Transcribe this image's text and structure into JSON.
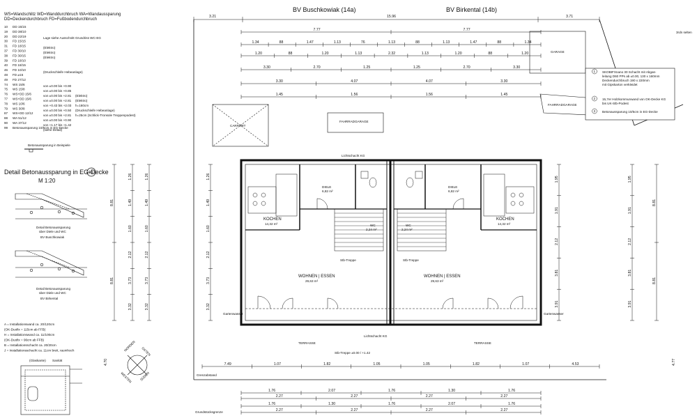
{
  "header": {
    "legend_top": [
      "WS=Wandschlitz   WD=Wanddurchbruch   WA=Wandaussparung",
      "DD=Deckendurchbruch   FD=Fußbodendurchbruch"
    ],
    "title_left": "BV Buschkowiak (14a)",
    "title_right": "BV Birkental (14b)",
    "top_dims": [
      "3.21",
      "15.96",
      "3.71"
    ],
    "top_right_label": "3rdn selten"
  },
  "openings": [
    {
      "code": "10",
      "text": "DD 15/15"
    },
    {
      "code": "19",
      "text": "DD 38/10"
    },
    {
      "code": "20",
      "text": "DD 22/19"
    },
    {
      "code": "30",
      "text": "FD 15/15"
    },
    {
      "code": "31",
      "text": "FD 18/15"
    },
    {
      "code": "37",
      "text": "FD 30/10"
    },
    {
      "code": "38",
      "text": "FD 30/15"
    },
    {
      "code": "39",
      "text": "FD 18/10"
    },
    {
      "code": "40",
      "text": "FD 18/15"
    },
    {
      "code": "46",
      "text": "FD 10/10"
    },
    {
      "code": "48",
      "text": "FD ⌀15"
    },
    {
      "code": "49",
      "text": "FD 27/12"
    },
    {
      "code": "74",
      "text": "WS 15/6"
    },
    {
      "code": "75",
      "text": "WS 15/8"
    },
    {
      "code": "76",
      "text": "WS+DD 15/6"
    },
    {
      "code": "77",
      "text": "WS+DD 15/6"
    },
    {
      "code": "78",
      "text": "WS 10/6"
    },
    {
      "code": "79",
      "text": "WS 30/8"
    },
    {
      "code": "87",
      "text": "WS+DD 12/12"
    },
    {
      "code": "88",
      "text": "WA 51/12"
    },
    {
      "code": "90",
      "text": "WA 37/12"
    },
    {
      "code": "99",
      "text": "Betonaussparung 10/5cm in EG-Decke"
    }
  ],
  "openings_notes": [
    "Lage siehe Ausschnitt Grundriss WC-EG",
    "(Elektro)",
    "(Elektro)",
    "(Elektro)",
    "(Druckschleife Hebeanlage)",
    "von ±0.00 bis +0.90",
    "von ±0.00 bis +0.85",
    "von ±0.00 bis +2.81",
    "von ±0.00 bis +2.81",
    "von +0.43 bis +2.03",
    "von ±0.00 bis +0.50",
    "von ±0.00 bis +2.81",
    "von ±0.00 bis +0.90",
    "von +1.17 bis +1.42",
    "(siehe Detail)",
    "(Elektro)",
    "(Elektro)",
    "h=160cm",
    "(Druckschleife Hebeanlage)",
    "h=25cm (Schlick-Tronsole Treppenpodest)"
  ],
  "detail": {
    "title": "Detail Betonaussparung in EG-Decke",
    "number": "99",
    "scale": "M 1:20",
    "caption_1": [
      "Detail Betonaussparung",
      "über Diele und WC",
      "BV Buschkowiak"
    ],
    "caption_2": [
      "Detail Betonaussparung",
      "über Diele und WC",
      "BV Birkental"
    ]
  },
  "install_legend": [
    "A  = Installationswand ca. 20/120cm",
    "      (OK-Duofix = 115cm ab FFB)",
    "H  = Installationswand ca. 11/100cm",
    "      (OK-Duofix = 96cm ab FFB)",
    "B  = Installationsschacht ca. 20/20cm",
    "J  = Installationsschacht ca. 11cm breit, raumhoch"
  ],
  "notes_box": [
    "SKOBIFXnano 30 Schacht mit Abgas-",
    "leitung D60 PPs ab ±0.00, 130 x 160mm",
    "Deckendurchbruch 190 x 220mm",
    "mit Gipskarton verkleidet",
    "15,7er Holzkommunwand von OK-Decke KG",
    "bis UK-Stb-Podest",
    "Betonaussparung 10/5cm in EG-Decke"
  ],
  "notes_box_markers": [
    "1",
    "2",
    "3"
  ],
  "rooms": {
    "kochen": "KOCHEN",
    "wohnen": "WOHNEN | ESSEN",
    "diele": "DIELE",
    "wc": "WC",
    "terrasse": "TERRASSE",
    "carport": "CARPORT",
    "garage": "GARAGE",
    "fahrradgarage_a": "FAHRRADGARAGE",
    "fahrradgarage_b": "FAHRRADGARAGE",
    "area_kochen": "14,32 m²",
    "area_wohnen": "29,63 m²",
    "area_diele": "6,82 m²",
    "area_wc": "2,24 m²"
  },
  "labels": {
    "treppe_note": "Stb-Treppe",
    "vorbau": "Lichtschacht KG",
    "grenzabstand": "Grenzabstand",
    "geplante": "Gartenwasser",
    "stb_fuss": "Stb-Treppe ±0.00 / +1.42",
    "garten": "Gartenwasser",
    "gartenbrunnen": "Grundstücksgrenze"
  },
  "dims": {
    "row1": [
      "7.77",
      "7.77"
    ],
    "row2": [
      "1.34",
      "88",
      "1.47",
      "1.13",
      "76",
      "1.13",
      "88",
      "1.13",
      "1.47",
      "88",
      "1.34"
    ],
    "row3": [
      "1.20",
      "88",
      "1.20",
      "1.13",
      "2.32",
      "1.13",
      "1.20",
      "88",
      "1.20"
    ],
    "row4": [
      "3.30",
      "2.70",
      "1.25",
      "1.25",
      "2.70",
      "3.30"
    ],
    "row5": [
      "3.30",
      "4.07",
      "4.07",
      "3.30"
    ],
    "row6": [
      "1.45",
      "1.56",
      "1.56",
      "1.45"
    ],
    "bottom1": [
      "7.49",
      "1.07",
      "1.82",
      "1.05",
      "1.05",
      "1.82",
      "1.07",
      "4.53"
    ],
    "bottom2": [
      "1.76",
      "2.07",
      "1.76",
      "1.30",
      "1.76"
    ],
    "bottom3": [
      "2.27",
      "2.27",
      "2.27",
      "2.27"
    ],
    "bottom4": [
      "1.76",
      "1.30",
      "1.76",
      "2.07",
      "1.76"
    ],
    "left_v": [
      "1.26",
      "1.49",
      "1.60",
      "2.12",
      "3.73",
      "3.32"
    ],
    "left_total": [
      "8.81",
      "8.81"
    ],
    "right_v": [
      "1.95",
      "1.91",
      "2.12",
      "3.81",
      "3.91"
    ],
    "right_total": [
      "8.81",
      "8.81"
    ],
    "side_far": [
      "4.70",
      "4.77"
    ]
  },
  "colors": {
    "line": "#111111",
    "wall": "#1a1a1a",
    "dim": "#333333",
    "hatch": "#555555"
  }
}
